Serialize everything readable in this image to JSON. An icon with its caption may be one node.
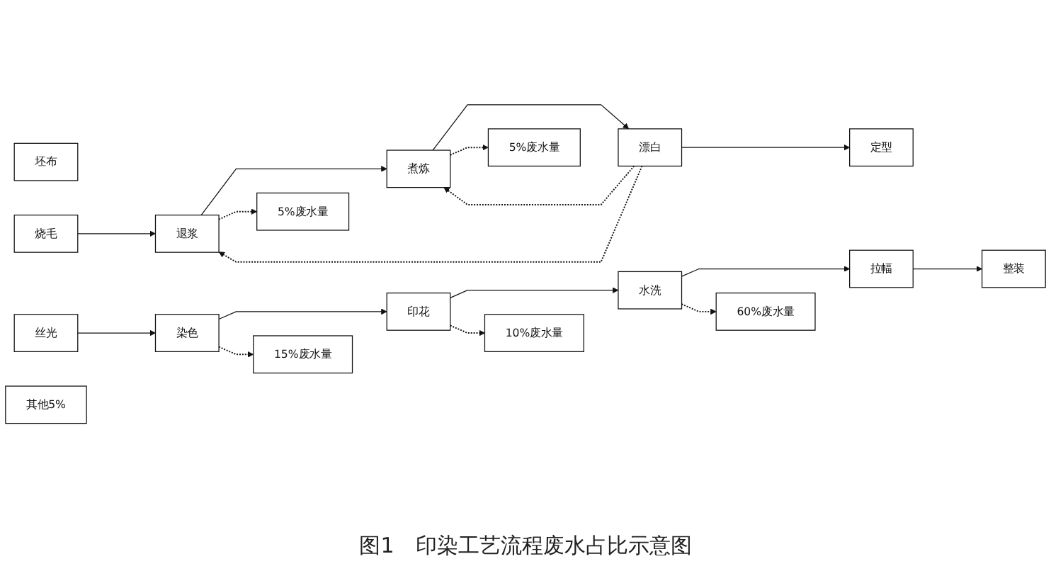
{
  "diagram": {
    "caption": "图1　印染工艺流程废水占比示意图",
    "nodes": [
      {
        "text": [
          "坯布"
        ]
      },
      {
        "text": [
          "烧毛"
        ]
      },
      {
        "text": [
          "退浆"
        ]
      },
      {
        "text": [
          "煮炼"
        ]
      },
      {
        "text": [
          "漂白"
        ]
      },
      {
        "text": [
          "定型"
        ]
      },
      {
        "text": [
          "5%废水量"
        ]
      },
      {
        "text": [
          "5%废水量"
        ]
      },
      {
        "text": [
          "丝光"
        ]
      },
      {
        "text": [
          "染色"
        ]
      },
      {
        "text": [
          "印花"
        ]
      },
      {
        "text": [
          "水洗"
        ]
      },
      {
        "text": [
          "拉幅"
        ]
      },
      {
        "text": [
          "整装"
        ]
      },
      {
        "text": [
          "15%废水量"
        ]
      },
      {
        "text": [
          "10%废水量"
        ]
      },
      {
        "text": [
          "60%废水量"
        ]
      },
      {
        "text": [
          "其他5%"
        ]
      }
    ],
    "edges": [
      {
        "from": 1,
        "to": 2,
        "arrow": "to"
      },
      {
        "from": 2,
        "to": 3,
        "arrow": "to"
      },
      {
        "from": 3,
        "to": 4,
        "arrow": "to"
      },
      {
        "from": 4,
        "to": 5,
        "arrow": "to"
      },
      {
        "from": 4,
        "to": 2,
        "arrow": "to",
        "style": "dashed"
      },
      {
        "from": 4,
        "to": 3,
        "arrow": "to",
        "style": "dashed"
      },
      {
        "from": 2,
        "to": 6,
        "arrow": "to",
        "style": "dashed"
      },
      {
        "from": 3,
        "to": 7,
        "arrow": "to",
        "style": "dashed"
      },
      {
        "from": 8,
        "to": 9,
        "arrow": "to"
      },
      {
        "from": 9,
        "to": 10,
        "arrow": "to"
      },
      {
        "from": 10,
        "to": 11,
        "arrow": "to"
      },
      {
        "from": 11,
        "to": 12,
        "arrow": "to"
      },
      {
        "from": 12,
        "to": 13,
        "arrow": "to"
      },
      {
        "from": 9,
        "to": 14,
        "arrow": "to",
        "style": "dashed"
      },
      {
        "from": 10,
        "to": 15,
        "arrow": "to",
        "style": "dashed"
      },
      {
        "from": 11,
        "to": 16,
        "arrow": "to",
        "style": "dashed"
      }
    ]
  }
}
